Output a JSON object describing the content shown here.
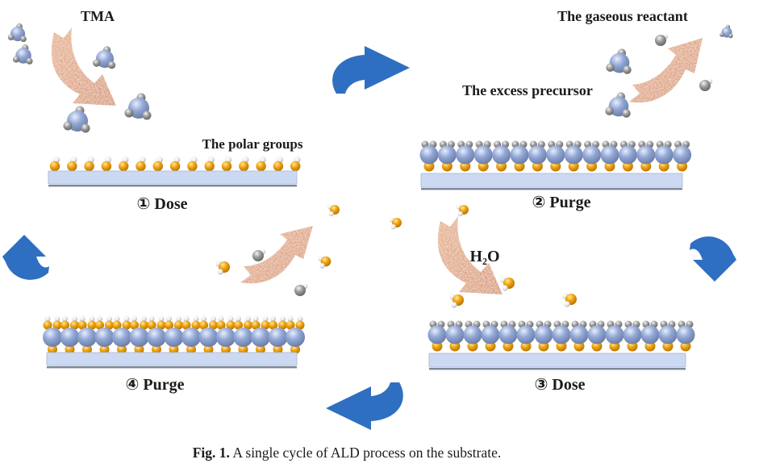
{
  "figure": {
    "caption_prefix": "Fig. 1.",
    "caption_rest": "  A single cycle of ALD process on the substrate."
  },
  "steps": {
    "step1": {
      "label": "① Dose",
      "reactant": "TMA",
      "surface": "The polar groups"
    },
    "step2": {
      "label": "② Purge",
      "gas": "The gaseous reactant",
      "precursor": "The excess precursor"
    },
    "step3": {
      "label": "③ Dose",
      "reactant": "H₂O"
    },
    "step4": {
      "label": "④ Purge"
    }
  },
  "surface_counts": {
    "step1_polar_groups": 15,
    "step2_adsorbed_units": 15,
    "step3_reacted_units": 15,
    "step4_hydroxylated_units": 15
  },
  "colors": {
    "cycle_arrow": "#2e6fc1",
    "flow_arrow": "#c96f40",
    "flow_arrow_light": "#de9c6e",
    "precursor_sphere": "#92a7d6",
    "oxygen_sphere": "#f2a30b",
    "hydrogen_sphere": "#ebebeb",
    "methyl_sphere": "#9d9d9d",
    "substrate_bar": "#ccd9f2",
    "substrate_edge": "#7d8698"
  }
}
